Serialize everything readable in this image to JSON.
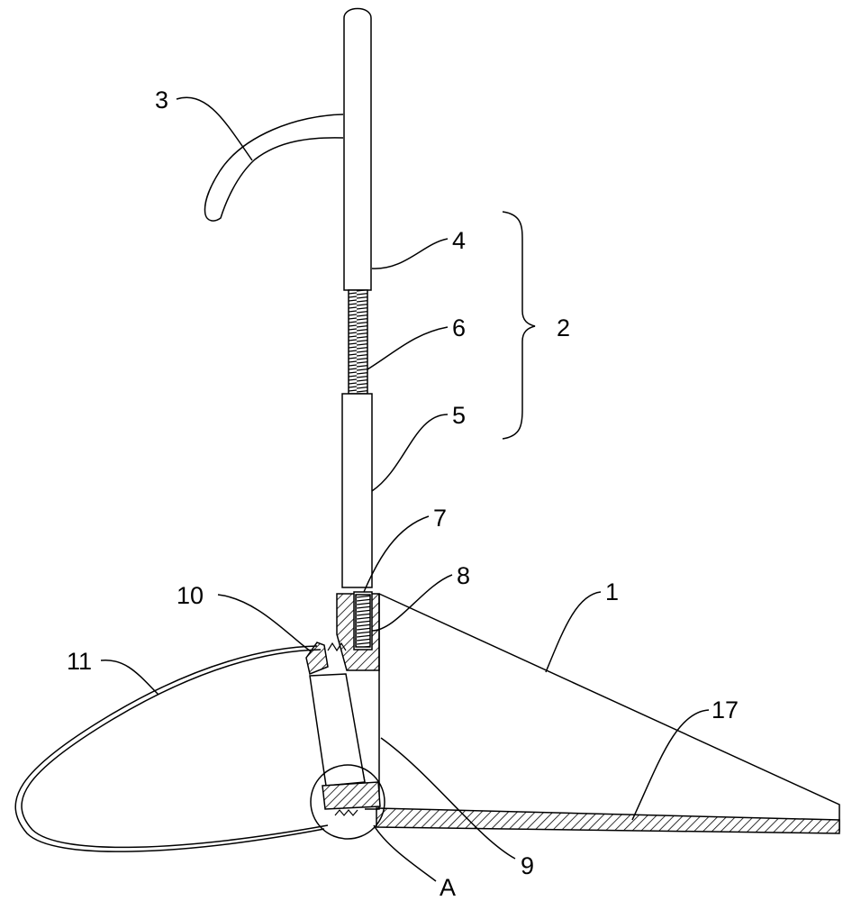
{
  "labels": {
    "l1": "1",
    "l2": "2",
    "l3": "3",
    "l4": "4",
    "l5": "5",
    "l6": "6",
    "l7": "7",
    "l8": "8",
    "l9": "9",
    "l10": "10",
    "l11": "11",
    "l17": "17",
    "lA": "A"
  }
}
